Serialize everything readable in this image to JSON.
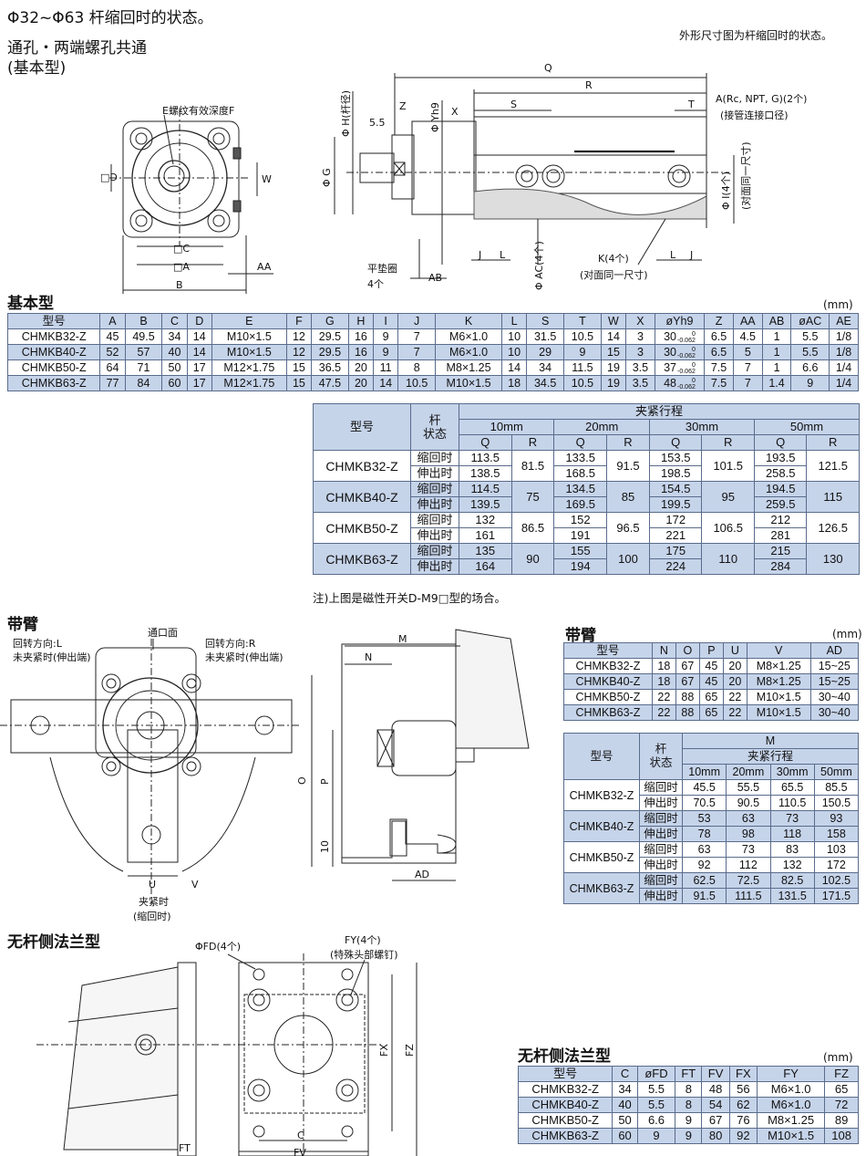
{
  "header": {
    "title": "Φ32~Φ63  杆缩回时的状态。",
    "sub1": "通孔・两端螺孔共通",
    "sub2": "(基本型)",
    "note_right": "外形尺寸图为杆缩回时的状态。"
  },
  "basic": {
    "section_title": "基本型",
    "unit": "(mm)",
    "columns": [
      "型号",
      "A",
      "B",
      "C",
      "D",
      "E",
      "F",
      "G",
      "H",
      "I",
      "J",
      "K",
      "L",
      "S",
      "T",
      "W",
      "X",
      "øYh9",
      "Z",
      "AA",
      "AB",
      "øAC",
      "AE"
    ],
    "rows": [
      [
        "CHMKB32-Z",
        "45",
        "49.5",
        "34",
        "14",
        "M10×1.5",
        "12",
        "29.5",
        "16",
        "9",
        "7",
        "M6×1.0",
        "10",
        "31.5",
        "10.5",
        "14",
        "3",
        "30",
        "6.5",
        "4.5",
        "1",
        "5.5",
        "1/8"
      ],
      [
        "CHMKB40-Z",
        "52",
        "57",
        "40",
        "14",
        "M10×1.5",
        "12",
        "29.5",
        "16",
        "9",
        "7",
        "M6×1.0",
        "10",
        "29",
        "9",
        "15",
        "3",
        "30",
        "6.5",
        "5",
        "1",
        "5.5",
        "1/8"
      ],
      [
        "CHMKB50-Z",
        "64",
        "71",
        "50",
        "17",
        "M12×1.75",
        "15",
        "36.5",
        "20",
        "11",
        "8",
        "M8×1.25",
        "14",
        "34",
        "11.5",
        "19",
        "3.5",
        "37",
        "7.5",
        "7",
        "1",
        "6.6",
        "1/4"
      ],
      [
        "CHMKB63-Z",
        "77",
        "84",
        "60",
        "17",
        "M12×1.75",
        "15",
        "47.5",
        "20",
        "14",
        "10.5",
        "M10×1.5",
        "18",
        "34.5",
        "10.5",
        "19",
        "3.5",
        "48",
        "7.5",
        "7",
        "1.4",
        "9",
        "1/4"
      ]
    ],
    "tol_upper": "0",
    "tol_lower": "-0.062"
  },
  "stroke": {
    "h_model": "型号",
    "h_state": "杆\n状态",
    "h_group": "夹紧行程",
    "strokes": [
      "10mm",
      "20mm",
      "30mm",
      "50mm"
    ],
    "q": "Q",
    "r": "R",
    "retract": "缩回时",
    "extend": "伸出时",
    "rows": [
      {
        "model": "CHMKB32-Z",
        "q_ret": [
          "113.5",
          "133.5",
          "153.5",
          "193.5"
        ],
        "q_ext": [
          "138.5",
          "168.5",
          "198.5",
          "258.5"
        ],
        "r": [
          "81.5",
          "91.5",
          "101.5",
          "121.5"
        ]
      },
      {
        "model": "CHMKB40-Z",
        "q_ret": [
          "114.5",
          "134.5",
          "154.5",
          "194.5"
        ],
        "q_ext": [
          "139.5",
          "169.5",
          "199.5",
          "259.5"
        ],
        "r": [
          "75",
          "85",
          "95",
          "115"
        ]
      },
      {
        "model": "CHMKB50-Z",
        "q_ret": [
          "132",
          "152",
          "172",
          "212"
        ],
        "q_ext": [
          "161",
          "191",
          "221",
          "281"
        ],
        "r": [
          "86.5",
          "96.5",
          "106.5",
          "126.5"
        ]
      },
      {
        "model": "CHMKB63-Z",
        "q_ret": [
          "135",
          "155",
          "175",
          "215"
        ],
        "q_ext": [
          "164",
          "194",
          "224",
          "284"
        ],
        "r": [
          "90",
          "100",
          "110",
          "130"
        ]
      }
    ],
    "note": "注)上图是磁性开关D-M9□型的场合。"
  },
  "arm": {
    "section_title": "带臂",
    "unit": "(mm)",
    "columns": [
      "型号",
      "N",
      "O",
      "P",
      "U",
      "V",
      "AD"
    ],
    "rows": [
      [
        "CHMKB32-Z",
        "18",
        "67",
        "45",
        "20",
        "M8×1.25",
        "15~25"
      ],
      [
        "CHMKB40-Z",
        "18",
        "67",
        "45",
        "20",
        "M8×1.25",
        "15~25"
      ],
      [
        "CHMKB50-Z",
        "22",
        "88",
        "65",
        "22",
        "M10×1.5",
        "30~40"
      ],
      [
        "CHMKB63-Z",
        "22",
        "88",
        "65",
        "22",
        "M10×1.5",
        "30~40"
      ]
    ],
    "m_head": "M",
    "rows_m": [
      {
        "model": "CHMKB32-Z",
        "ret": [
          "45.5",
          "55.5",
          "65.5",
          "85.5"
        ],
        "ext": [
          "70.5",
          "90.5",
          "110.5",
          "150.5"
        ]
      },
      {
        "model": "CHMKB40-Z",
        "ret": [
          "53",
          "63",
          "73",
          "93"
        ],
        "ext": [
          "78",
          "98",
          "118",
          "158"
        ]
      },
      {
        "model": "CHMKB50-Z",
        "ret": [
          "63",
          "73",
          "83",
          "103"
        ],
        "ext": [
          "92",
          "112",
          "132",
          "172"
        ]
      },
      {
        "model": "CHMKB63-Z",
        "ret": [
          "62.5",
          "72.5",
          "82.5",
          "102.5"
        ],
        "ext": [
          "91.5",
          "111.5",
          "131.5",
          "171.5"
        ]
      }
    ],
    "labels": {
      "port": "通口面",
      "rot_l1": "回转方向:L",
      "rot_l2": "未夹紧时(伸出端)",
      "rot_r1": "回转方向:R",
      "rot_r2": "未夹紧时(伸出端)",
      "clamp1": "夹紧时",
      "clamp2": "(缩回时)"
    }
  },
  "flange": {
    "section_title": "无杆侧法兰型",
    "unit": "(mm)",
    "columns": [
      "型号",
      "C",
      "øFD",
      "FT",
      "FV",
      "FX",
      "FY",
      "FZ"
    ],
    "rows": [
      [
        "CHMKB32-Z",
        "34",
        "5.5",
        "8",
        "48",
        "56",
        "M6×1.0",
        "65"
      ],
      [
        "CHMKB40-Z",
        "40",
        "5.5",
        "8",
        "54",
        "62",
        "M6×1.0",
        "72"
      ],
      [
        "CHMKB50-Z",
        "50",
        "6.6",
        "9",
        "67",
        "76",
        "M8×1.25",
        "89"
      ],
      [
        "CHMKB63-Z",
        "60",
        "9",
        "9",
        "80",
        "92",
        "M10×1.5",
        "108"
      ]
    ],
    "labels": {
      "fd": "ΦFD(4个)",
      "fy1": "FY(4个)",
      "fy2": "(特殊头部螺钉)"
    }
  },
  "drawing": {
    "e_thread": "E螺纹有效深度F",
    "port_a1": "A(Rc, NPT, G)(2个)",
    "port_a2": "(接管连接口径)",
    "washer1": "平垫圈",
    "washer2": "4个",
    "k_note1": "K(4个)",
    "k_note2": "(对面同一尺寸)",
    "i_note": "Φ I(4个)",
    "i_note2": "(对面同一尺寸)"
  }
}
